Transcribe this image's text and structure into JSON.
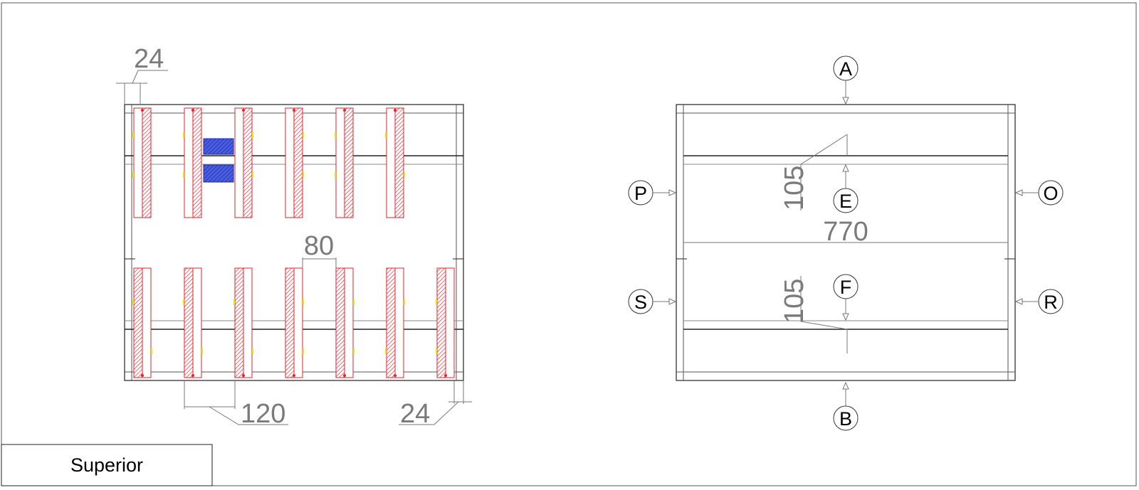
{
  "title_block": {
    "view_name": "Superior"
  },
  "left_view": {
    "dimensions": {
      "top_left_width": "24",
      "pitch": "80",
      "spacing": "120",
      "bottom_right_width": "24"
    },
    "top_row_pallets": 6,
    "bottom_row_pallets": 7,
    "blue_blocks": 2,
    "colors": {
      "pallet": "#e8202a",
      "pallet_hatch": "#e8202a",
      "block": "#2a3fc8",
      "tab": "#f2e200"
    }
  },
  "right_view": {
    "dimensions": {
      "upper_gap": "105",
      "lower_gap": "105",
      "overall_width": "770"
    },
    "markers": {
      "top": "A",
      "bottom": "B",
      "upper_inner": "E",
      "lower_inner": "F",
      "left_upper": "P",
      "left_lower": "S",
      "right_upper": "O",
      "right_lower": "R"
    }
  }
}
